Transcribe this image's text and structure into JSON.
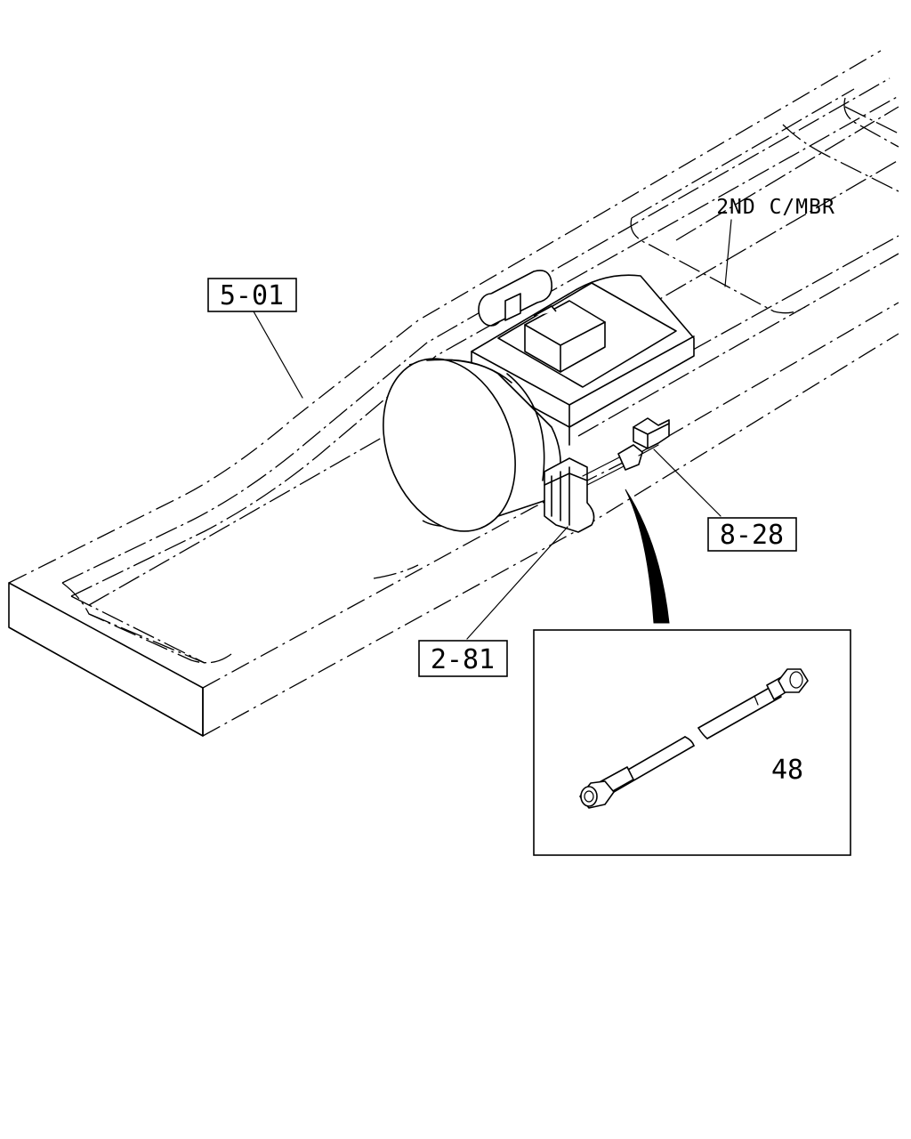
{
  "callouts": {
    "frame_ref": "5-01",
    "sensor_ref": "8-28",
    "bracket_ref": "2-81",
    "part_number": "48",
    "crossmember_note": "2ND C/MBR"
  }
}
